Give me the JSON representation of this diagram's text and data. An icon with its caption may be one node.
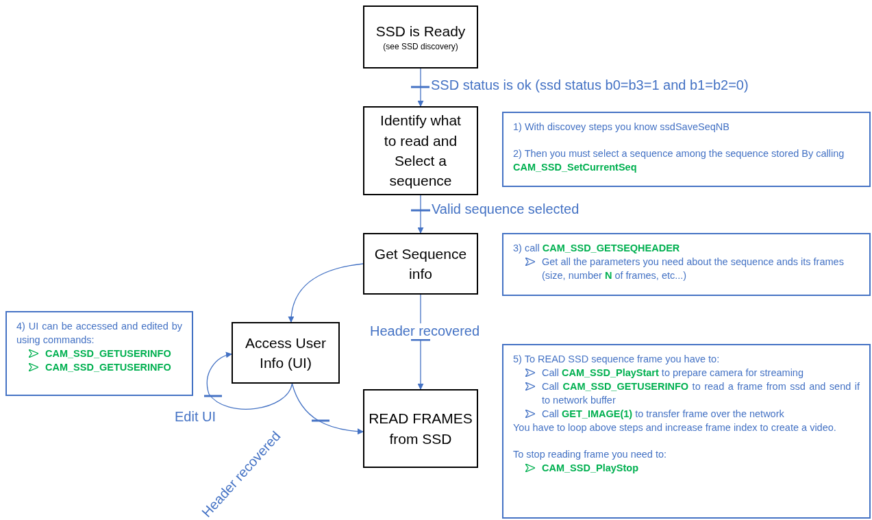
{
  "diagram": {
    "nodes": [
      {
        "text": [
          "SSD is Ready",
          "(see SSD discovery)"
        ]
      },
      {
        "text": [
          "Identify what to read and Select a sequence"
        ]
      },
      {
        "text": [
          "Get Sequence info"
        ]
      },
      {
        "text": [
          "Access User Info (UI)"
        ]
      },
      {
        "text": [
          "READ FRAMES from SSD"
        ]
      },
      {
        "text": [
          "1) With discovey steps you know ssdSaveSeqNB",
          "2) Then you must select a sequence among the sequence stored By calling **CAM_SSD_SetCurrentSeq**"
        ]
      },
      {
        "text": [
          "3) call **CAM_SSD_GETSEQHEADER**",
          "Get all the parameters you need about the sequence ands its frames (size, number **N** of frames, etc...)"
        ]
      },
      {
        "text": [
          "4) UI can be accessed and edited by using commands:",
          "CAM_SSD_GETUSERINFO",
          "CAM_SSD_GETUSERINFO"
        ]
      },
      {
        "text": [
          "5) To READ SSD sequence frame you have to:",
          "Call **CAM_SSD_PlayStart** to prepare camera for streaming",
          "Call **CAM_SSD_GETUSERINFO** to read a frame from ssd and send if to network buffer",
          "Call **GET_IMAGE(1)** to transfer frame over the network",
          "You have to loop above steps and increase frame index to create a video.",
          "To stop reading frame you need to:",
          "CAM_SSD_PlayStop"
        ]
      }
    ],
    "edges": [
      {
        "from": 0,
        "to": 1,
        "arrow": "to",
        "label": "SSD status is ok (ssd status b0=b3=1 and b1=b2=0)"
      },
      {
        "from": 1,
        "to": 2,
        "arrow": "to",
        "label": "Valid sequence selected"
      },
      {
        "from": 2,
        "to": 4,
        "arrow": "to",
        "label": "Header recovered"
      },
      {
        "from": 2,
        "to": 3,
        "arrow": "to"
      },
      {
        "from": 3,
        "to": 3,
        "arrow": "to",
        "label": "Edit UI"
      },
      {
        "from": 3,
        "to": 4,
        "arrow": "to",
        "label": "Header recovered"
      }
    ]
  }
}
